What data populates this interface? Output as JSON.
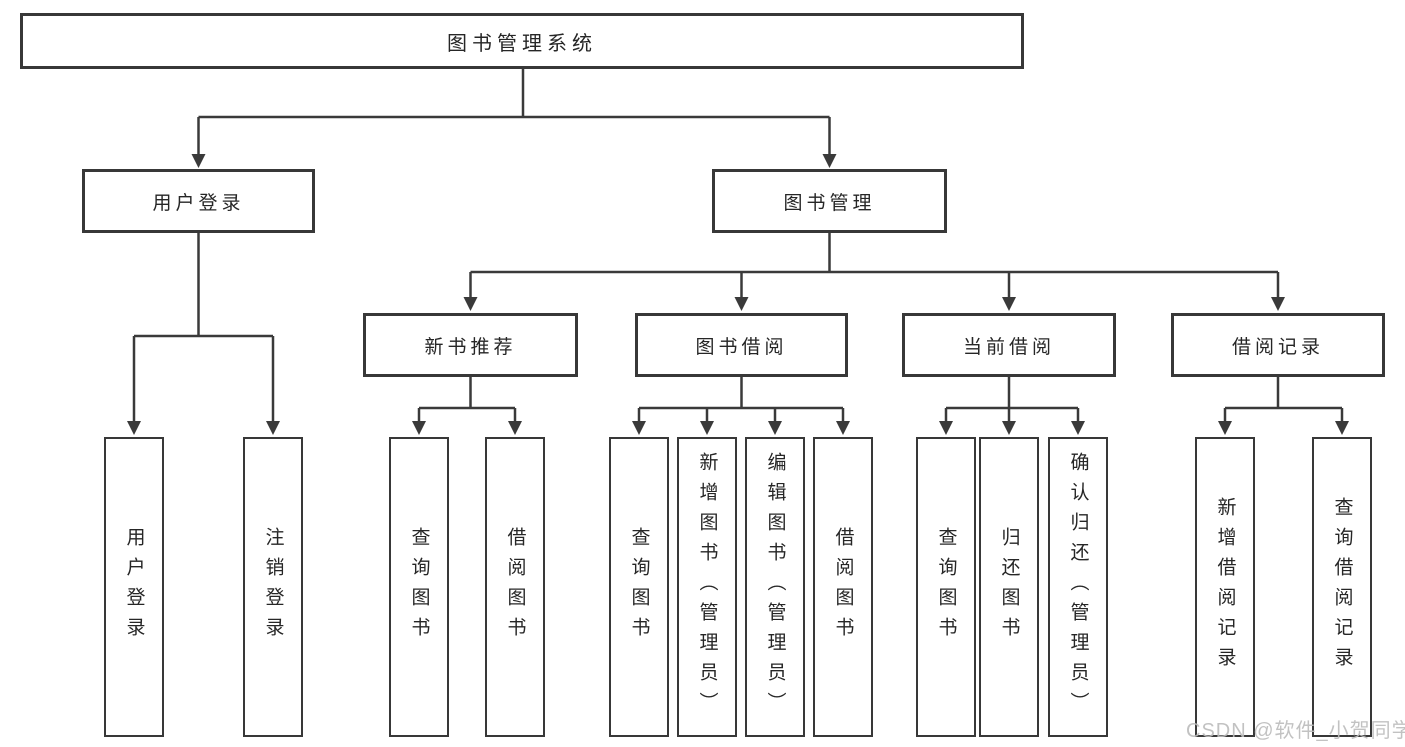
{
  "diagram": {
    "root": {
      "label": "图书管理系统"
    },
    "level2": [
      {
        "label": "用户登录"
      },
      {
        "label": "图书管理"
      }
    ],
    "level3": [
      {
        "label": "新书推荐"
      },
      {
        "label": "图书借阅"
      },
      {
        "label": "当前借阅"
      },
      {
        "label": "借阅记录"
      }
    ],
    "leaves": {
      "user_login": [
        "用户登录",
        "注销登录"
      ],
      "new_book": [
        "查询图书",
        "借阅图书"
      ],
      "book_borrow": [
        "查询图书",
        "新增图书（管理员）",
        "编辑图书（管理员）",
        "借阅图书"
      ],
      "current_borrow": [
        "查询图书",
        "归还图书",
        "确认归还（管理员）"
      ],
      "borrow_record": [
        "新增借阅记录",
        "查询借阅记录"
      ]
    },
    "watermark": "CSDN @软件_小贺同学",
    "colors": {
      "line": "#3a3a3a",
      "border": "#383838",
      "text": "#262626",
      "watermark": "#bcbcbc",
      "background": "#ffffff"
    }
  }
}
